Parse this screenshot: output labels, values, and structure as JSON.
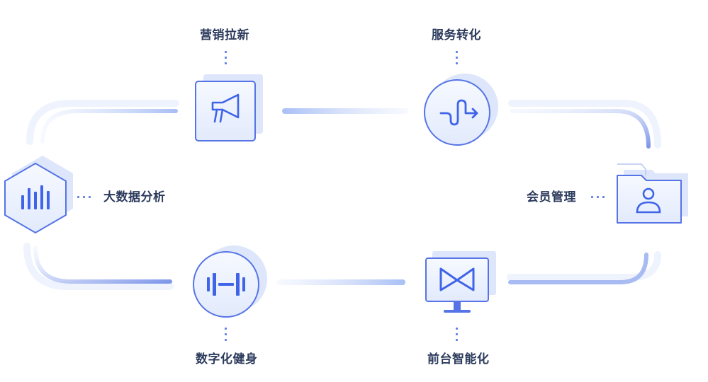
{
  "nodes": {
    "marketing": {
      "label": "营销拉新",
      "icon": "megaphone-icon"
    },
    "service": {
      "label": "服务转化",
      "icon": "flow-arrow-icon"
    },
    "bigdata": {
      "label": "大数据分析",
      "icon": "bar-chart-icon"
    },
    "member": {
      "label": "会员管理",
      "icon": "user-folder-icon"
    },
    "fitness": {
      "label": "数字化健身",
      "icon": "dumbbell-icon"
    },
    "frontdesk": {
      "label": "前台智能化",
      "icon": "monitor-bowtie-icon"
    }
  },
  "colors": {
    "accent": "#3f64e8",
    "light": "#dbe5fb",
    "track": "#c9d6f7",
    "label": "#2b3a5c"
  }
}
